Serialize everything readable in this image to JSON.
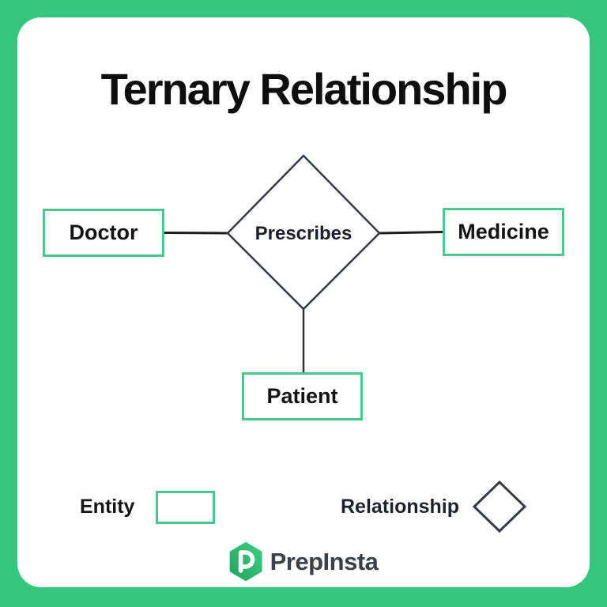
{
  "page": {
    "title": "Ternary Relationship"
  },
  "diagram": {
    "relationship": {
      "label": "Prescribes"
    },
    "entities": [
      {
        "label": "Doctor"
      },
      {
        "label": "Medicine"
      },
      {
        "label": "Patient"
      }
    ]
  },
  "legend": {
    "entity_label": "Entity",
    "relationship_label": "Relationship"
  },
  "branding": {
    "logo_text": "PrepInsta",
    "logo_letter": "P"
  },
  "colors": {
    "background_green": "#35c57f",
    "entity_border_green": "#4bc78e",
    "relationship_outline": "#363a49",
    "connector_line": "#1c1c1c",
    "logo_green": "#2db371",
    "title_text": "#0e0e0e"
  }
}
